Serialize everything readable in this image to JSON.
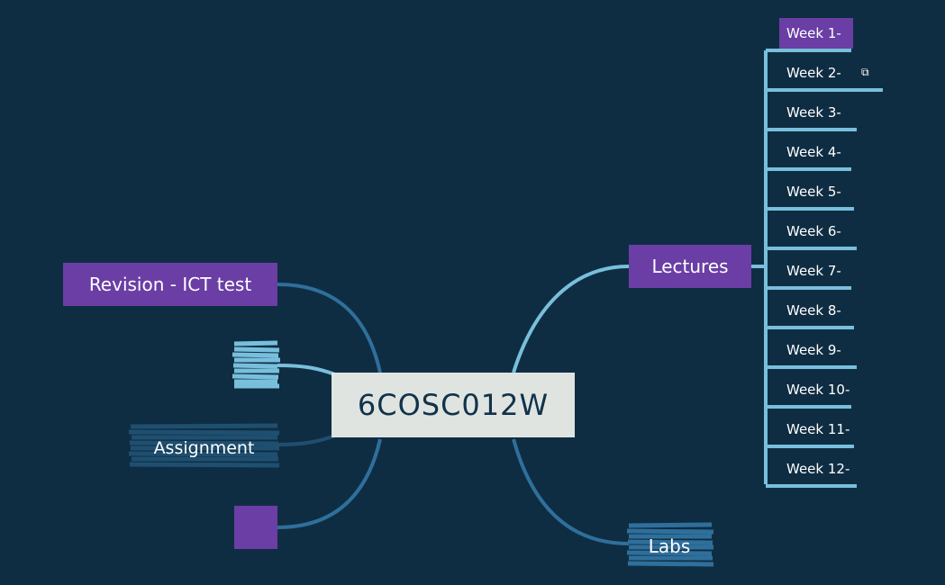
{
  "central": {
    "title": "6COSC012W"
  },
  "branches": {
    "lectures": "Lectures",
    "revision": "Revision - ICT test",
    "assignment": "Assignment",
    "labs": "Labs"
  },
  "weeks": [
    "Week 1-",
    "Week 2-",
    "Week 3-",
    "Week 4-",
    "Week 5-",
    "Week 6-",
    "Week 7-",
    "Week 8-",
    "Week 9-",
    "Week 10-",
    "Week 11-",
    "Week 12-"
  ],
  "link_icon": "link-icon",
  "colors": {
    "background": "#0f2d42",
    "purple": "#6a3ea5",
    "light_blue": "#78bfdc",
    "mid_blue": "#2f6f9c",
    "central_fill": "#dfe4e1"
  }
}
